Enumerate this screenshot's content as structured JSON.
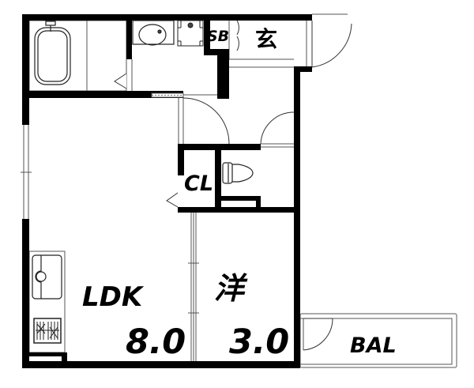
{
  "floor_plan": {
    "rooms": [
      {
        "id": "ldk",
        "label": "LDK",
        "area": "8.0"
      },
      {
        "id": "western",
        "label": "洋",
        "area": "3.0"
      },
      {
        "id": "entrance",
        "label": "玄"
      },
      {
        "id": "shoe_box",
        "label": "SB"
      },
      {
        "id": "closet",
        "label": "CL"
      },
      {
        "id": "balcony",
        "label": "BAL"
      }
    ],
    "fixtures": [
      "bathtub",
      "washbasin",
      "washing-machine-pan",
      "toilet",
      "kitchen-sink",
      "gas-stove"
    ],
    "colors": {
      "wall": "#000000",
      "line": "#555555",
      "background": "#ffffff"
    }
  }
}
